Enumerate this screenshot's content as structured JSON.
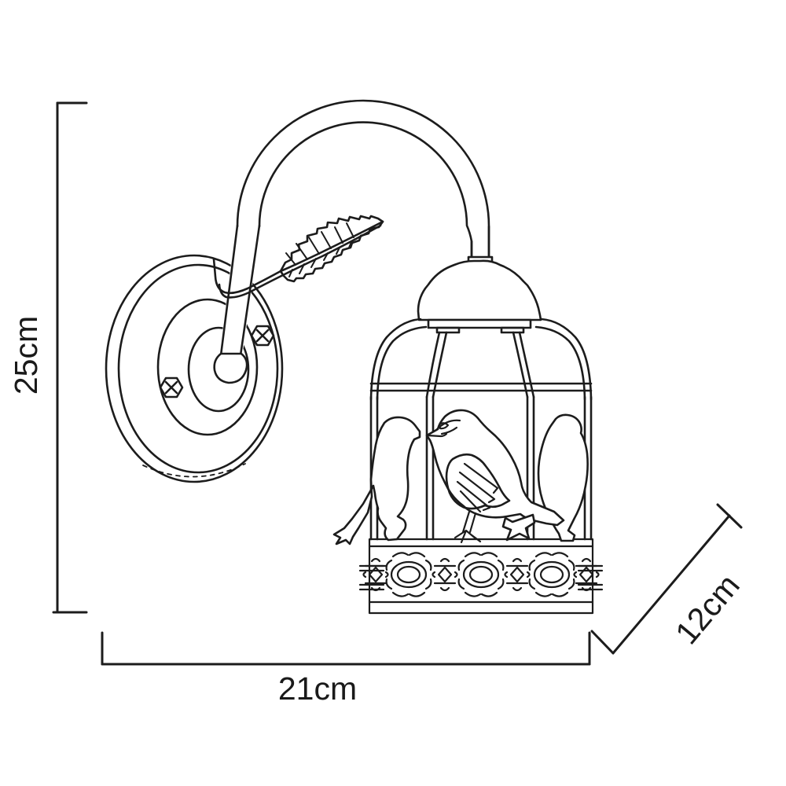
{
  "canvas": {
    "background": "#ffffff",
    "stroke_color": "#1c1c1c",
    "text_color": "#1a1a1a",
    "subject": "birdcage wall sconce technical drawing"
  },
  "dimensions": {
    "height": {
      "label": "25cm"
    },
    "width": {
      "label": "21cm"
    },
    "depth": {
      "label": "12cm"
    }
  }
}
